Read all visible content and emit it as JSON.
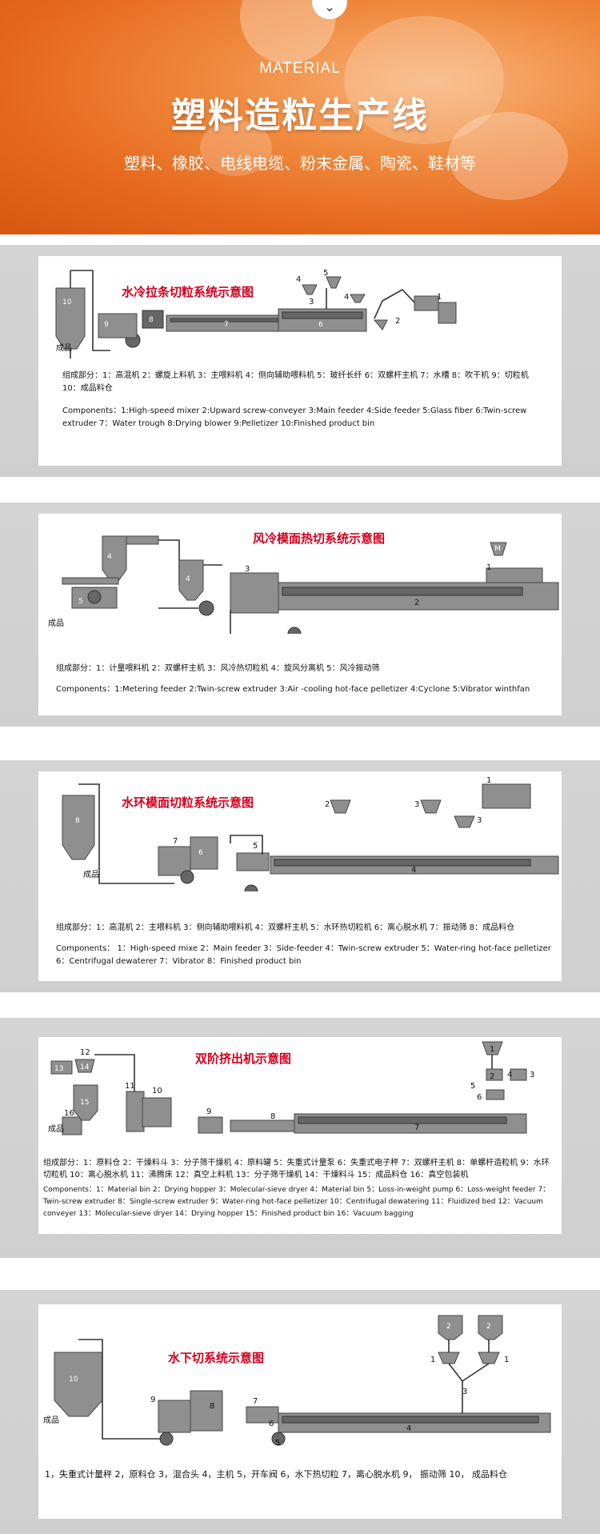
{
  "hero": {
    "chevron": "⌄",
    "subtitle_en": "MATERIAL",
    "title": "塑料造粒生产线",
    "applications": "塑料、橡胶、电线电缆、粉末金属、陶瓷、鞋材等"
  },
  "diagrams": [
    {
      "title": "水冷拉条切粒系统示意图",
      "product_label": "成品",
      "composition_cn": "组成部分：1：高混机 2：螺旋上料机 3：主喂料机 4：侧向辅助喂料机 5：玻纤长纤 6：双螺杆主机 7：水槽 8：吹干机 9：切粒机 10：成品料仓",
      "components_en": "Components：1:High-speed mixer 2:Upward screw-conveyer 3:Main feeder 4:Side feeder 5:Glass fiber 6:Twin-screw extruder 7：Water trough 8:Drying blower 9:Pelletizer 10:Finished product bin",
      "numbers": [
        "1",
        "2",
        "3",
        "4",
        "5",
        "6",
        "7",
        "8",
        "9",
        "10"
      ]
    },
    {
      "title": "风冷模面热切系统示意图",
      "product_label": "成品",
      "composition_cn": "组成部分：1：计量喂料机 2：双螺杆主机 3：风冷热切粒机 4：旋风分离机 5：风冷振动筛",
      "components_en": "Components：1:Metering feeder 2:Twin-screw extruder 3:Air -cooling hot-face pelletizer 4:Cyclone 5:Vibrator winthfan",
      "numbers": [
        "1",
        "2",
        "3",
        "4",
        "4",
        "5",
        "M"
      ]
    },
    {
      "title": "水环模面切粒系统示意图",
      "product_label": "成品",
      "composition_cn": "组成部分：1：高混机 2：主喂料机 3：侧向辅助喂料机 4：双螺杆主机 5：水环热切粒机 6：离心脱水机 7：振动筛 8：成品料仓",
      "components_en": "Components： 1：High-speed mixe 2：Main feeder 3：Side-feeder 4：Twin-screw extruder 5：Water-ring hot-face pelletizer 6：Centrifugal dewaterer 7：Vibrator 8：Finished product bin",
      "numbers": [
        "1",
        "2",
        "3",
        "3",
        "4",
        "5",
        "6",
        "7",
        "8"
      ]
    },
    {
      "title": "双阶挤出机示意图",
      "product_label": "成品",
      "composition_cn": "组成部分：1：原料仓 2：干燥料斗 3：分子筛干燥机 4：原料罐 5：失重式计量泵 6：失重式电子秤 7：双螺杆主机 8：单螺杆造粒机 9：水环切粒机 10：离心脱水机 11：沸腾床 12：真空上料机 13：分子筛干燥机 14：干燥料斗 15：成品料仓 16：真空包装机",
      "components_en": "Components：1：Material bin 2：Drying hopper 3：Molecular-sieve dryer 4：Material bin 5：Loss-in-weight pump 6：Loss-weight feeder 7：Twin-screw extruder 8：Single-screw extruder 9：Water-ring hot-face pelletizer 10：Centrifugal dewatering 11：Fluidized bed 12：Vacuum conveyer 13：Molecular-sieve dryer 14：Drying hopper 15：Finished product bin 16：Vacuum bagging",
      "numbers": [
        "1",
        "2",
        "3",
        "4",
        "5",
        "6",
        "7",
        "8",
        "9",
        "10",
        "11",
        "12",
        "13",
        "14",
        "15",
        "16"
      ]
    },
    {
      "title": "水下切系统示意图",
      "product_label": "成品",
      "composition_cn": "1，失重式计量秤 2，原料仓 3，混合头 4，主机 5，开车阀 6，水下热切粒 7，离心脱水机 9， 振动筛 10， 成品料仓",
      "numbers": [
        "1",
        "1",
        "2",
        "2",
        "3",
        "4",
        "5",
        "6",
        "7",
        "8",
        "9",
        "10"
      ]
    }
  ]
}
